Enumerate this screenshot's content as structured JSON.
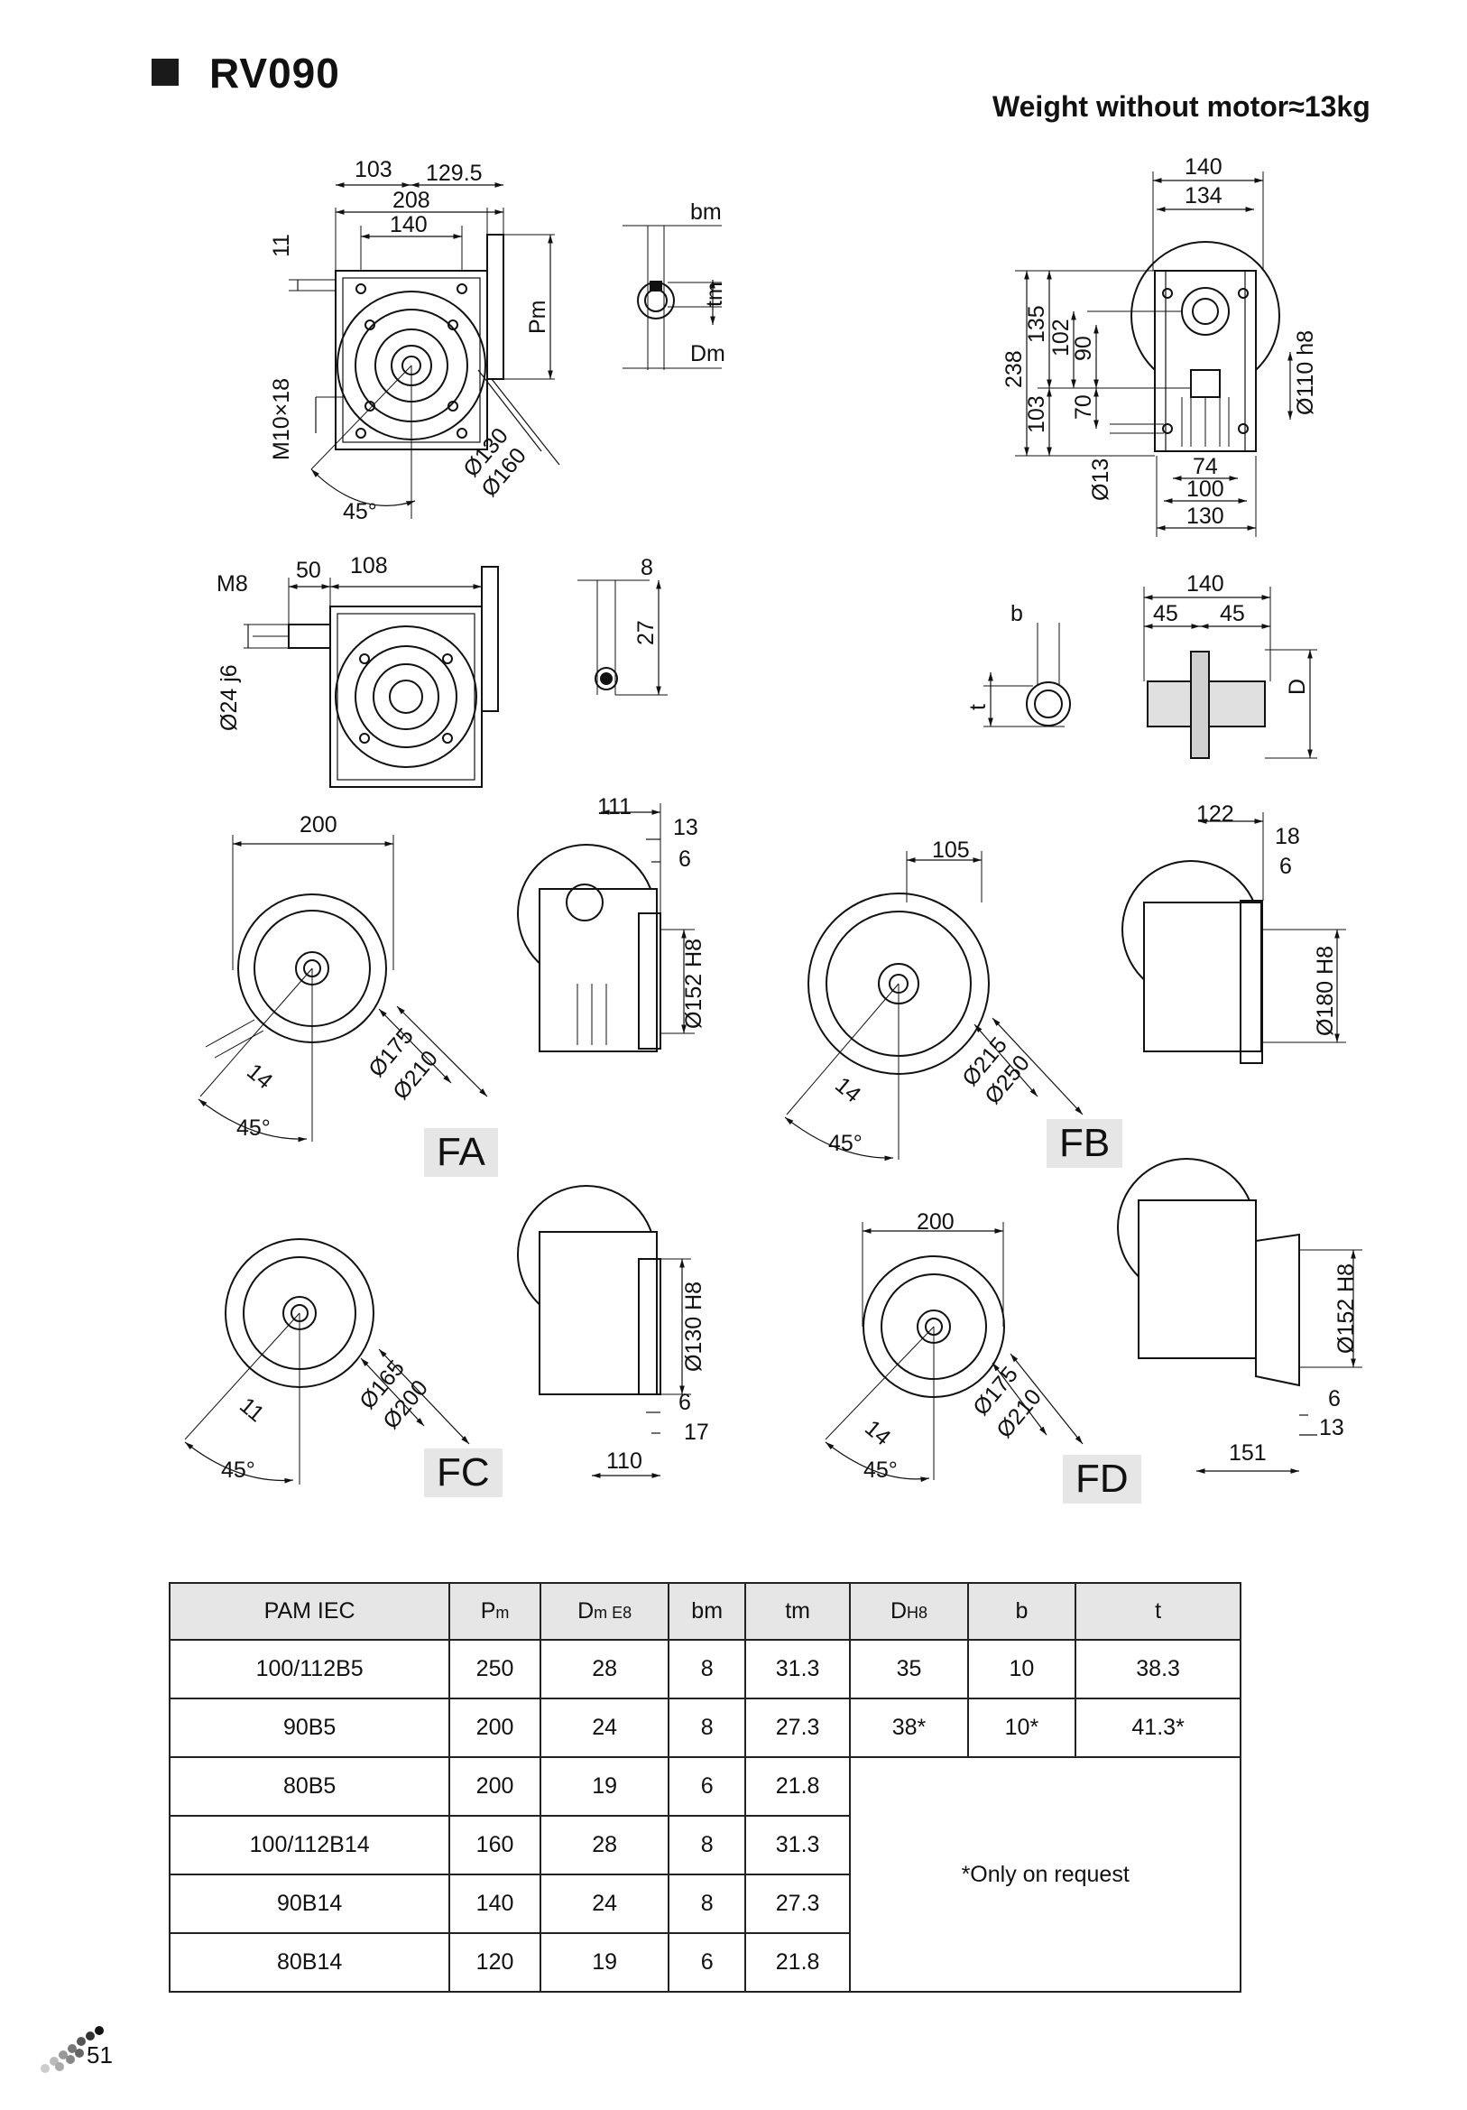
{
  "header": {
    "model": "RV090",
    "weight": "Weight without motor≈13kg"
  },
  "drawing_labels": {
    "d103": "103",
    "d129_5": "129.5",
    "d208": "208",
    "d140a": "140",
    "d11": "11",
    "pm": "Pm",
    "m10x18": "M10×18",
    "d130": "Ø130",
    "d160": "Ø160",
    "a45a": "45°",
    "bm": "bm",
    "tm": "tm",
    "dm": "Dm",
    "r140": "140",
    "r134": "134",
    "r238": "238",
    "r135": "135",
    "r102": "102",
    "r90": "90",
    "r103": "103",
    "r70": "70",
    "r110h8": "Ø110 h8",
    "r13": "Ø13",
    "r74": "74",
    "r100": "100",
    "r130": "130",
    "m8": "M8",
    "d50": "50",
    "d108": "108",
    "d24j6": "Ø24 j6",
    "d8": "8",
    "d27": "27",
    "b": "b",
    "t": "t",
    "h140": "140",
    "h45a": "45",
    "h45b": "45",
    "hD": "D",
    "fa200": "200",
    "fa175": "Ø175",
    "fa210": "Ø210",
    "fa14": "14",
    "fa45": "45°",
    "fa111": "111",
    "fa13": "13",
    "fa6": "6",
    "fa152": "Ø152 H8",
    "fb105": "105",
    "fb215": "Ø215",
    "fb250": "Ø250",
    "fb14": "14",
    "fb45": "45°",
    "fb122": "122",
    "fb18": "18",
    "fb6": "6",
    "fb180": "Ø180 H8",
    "fc165": "Ø165",
    "fc200": "Ø200",
    "fc11": "11",
    "fc45": "45°",
    "fc130": "Ø130 H8",
    "fc6": "6",
    "fc17": "17",
    "fc110": "110",
    "fd200": "200",
    "fd175": "Ø175",
    "fd210": "Ø210",
    "fd14": "14",
    "fd45": "45°",
    "fd152": "Ø152 H8",
    "fd6": "6",
    "fd13": "13",
    "fd151": "151"
  },
  "variants": {
    "fa": "FA",
    "fb": "FB",
    "fc": "FC",
    "fd": "FD"
  },
  "table": {
    "headers": {
      "pam_iec": "PAM  IEC",
      "pm_main": "P",
      "pm_sub": "m",
      "dm_main": "D",
      "dm_sub": "m E8",
      "bm": "bm",
      "tm": "tm",
      "dh8_main": "D",
      "dh8_sub": "H8",
      "b": "b",
      "t": "t"
    },
    "rows": [
      [
        "100/112B5",
        "250",
        "28",
        "8",
        "31.3",
        "35",
        "10",
        "38.3"
      ],
      [
        "90B5",
        "200",
        "24",
        "8",
        "27.3",
        "38*",
        "10*",
        "41.3*"
      ],
      [
        "80B5",
        "200",
        "19",
        "6",
        "21.8"
      ],
      [
        "100/112B14",
        "160",
        "28",
        "8",
        "31.3"
      ],
      [
        "90B14",
        "140",
        "24",
        "8",
        "27.3"
      ],
      [
        "80B14",
        "120",
        "19",
        "6",
        "21.8"
      ]
    ],
    "note": "*Only on request"
  },
  "footer": {
    "page": "51"
  }
}
